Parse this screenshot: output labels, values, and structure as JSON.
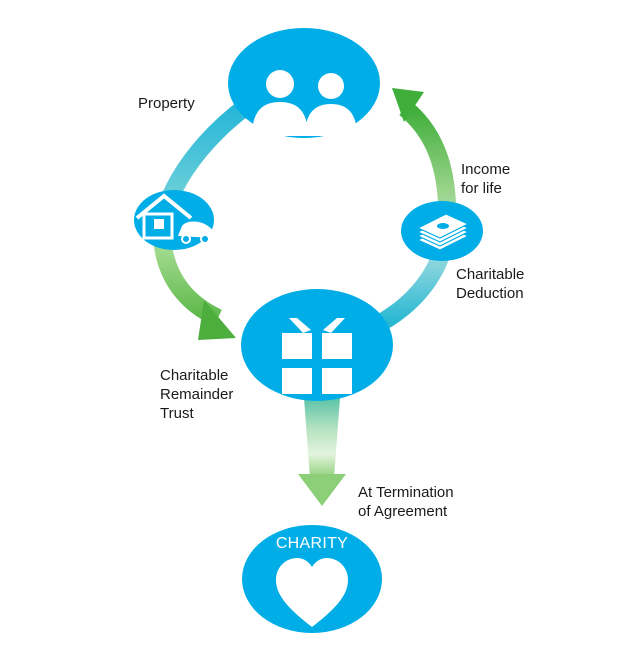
{
  "colors": {
    "node": "#00ADE6",
    "arrow_green": "#7CC35A",
    "arrow_green_dark": "#4EAE3D",
    "arrow_teal": "#25B7C9"
  },
  "nodes": {
    "donors": {
      "icon": "people-icon"
    },
    "property": {
      "icon": "house-car-icon"
    },
    "trust": {
      "icon": "gift-icon"
    },
    "deduction": {
      "icon": "money-stack-icon"
    },
    "charity": {
      "label": "CHARITY",
      "icon": "heart-icon"
    }
  },
  "labels": {
    "property": "Property",
    "income": [
      "Income",
      "for life"
    ],
    "deduction": [
      "Charitable",
      "Deduction"
    ],
    "trust": [
      "Charitable",
      "Remainder",
      "Trust"
    ],
    "termination": [
      "At Termination",
      "of Agreement"
    ]
  }
}
